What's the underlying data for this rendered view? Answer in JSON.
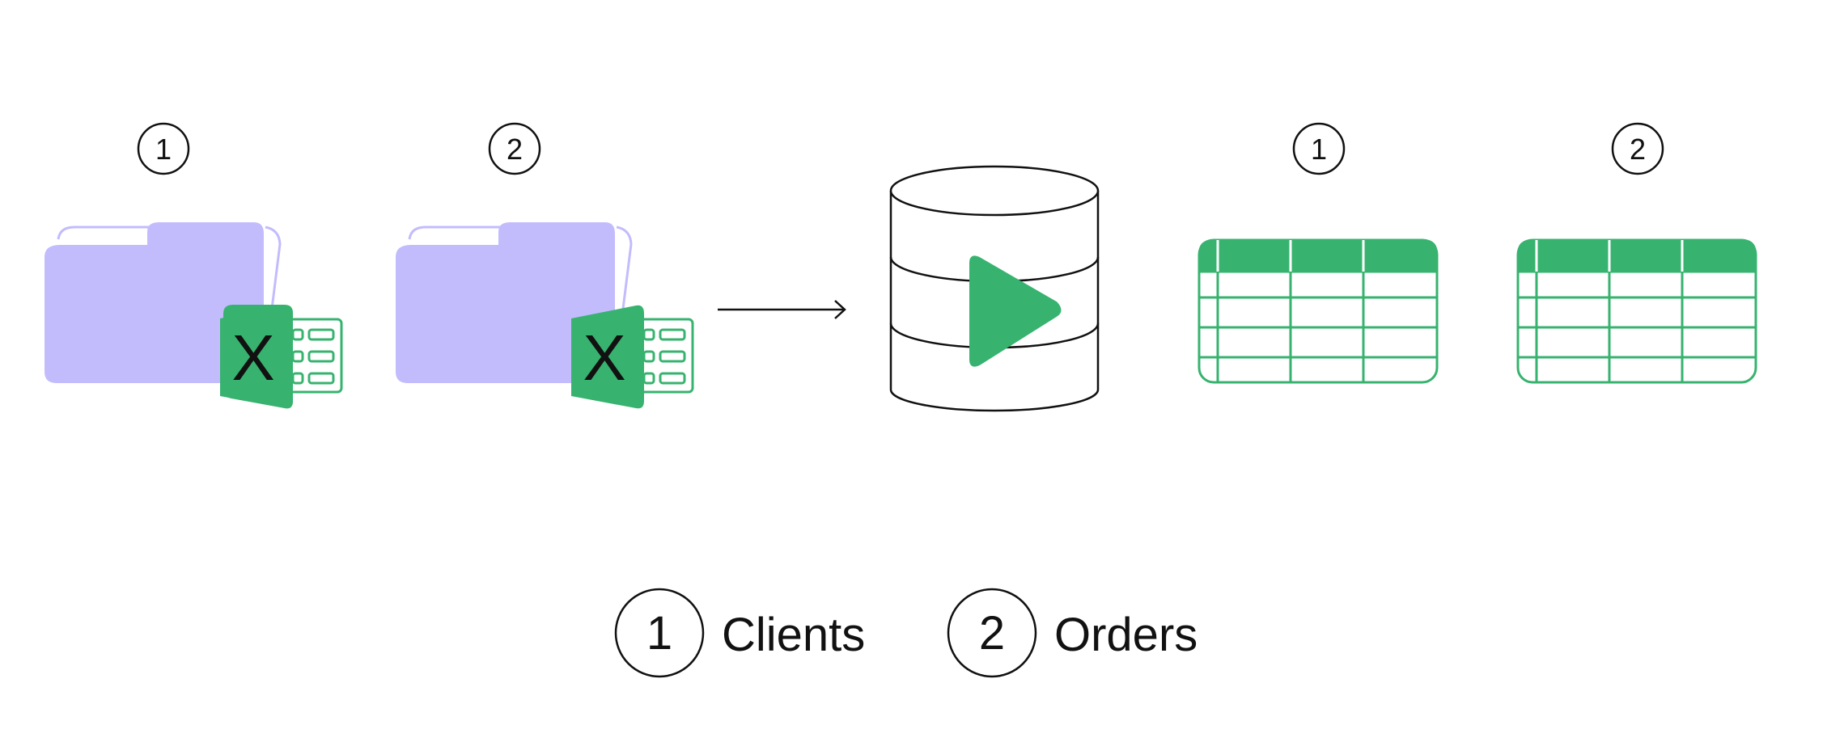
{
  "colors": {
    "folder": "#c2bcfd",
    "excel_green": "#37b36f",
    "line": "#111111",
    "background": "#ffffff"
  },
  "sources": [
    {
      "badge": "1",
      "icon": "excel-folder-icon",
      "excel_letter": "X"
    },
    {
      "badge": "2",
      "icon": "excel-folder-icon",
      "excel_letter": "X"
    }
  ],
  "process": {
    "icon": "database-play-icon",
    "arrow": "arrow-right-icon"
  },
  "outputs": [
    {
      "badge": "1",
      "icon": "table-icon"
    },
    {
      "badge": "2",
      "icon": "table-icon"
    }
  ],
  "legend": [
    {
      "number": "1",
      "label": "Clients"
    },
    {
      "number": "2",
      "label": "Orders"
    }
  ]
}
